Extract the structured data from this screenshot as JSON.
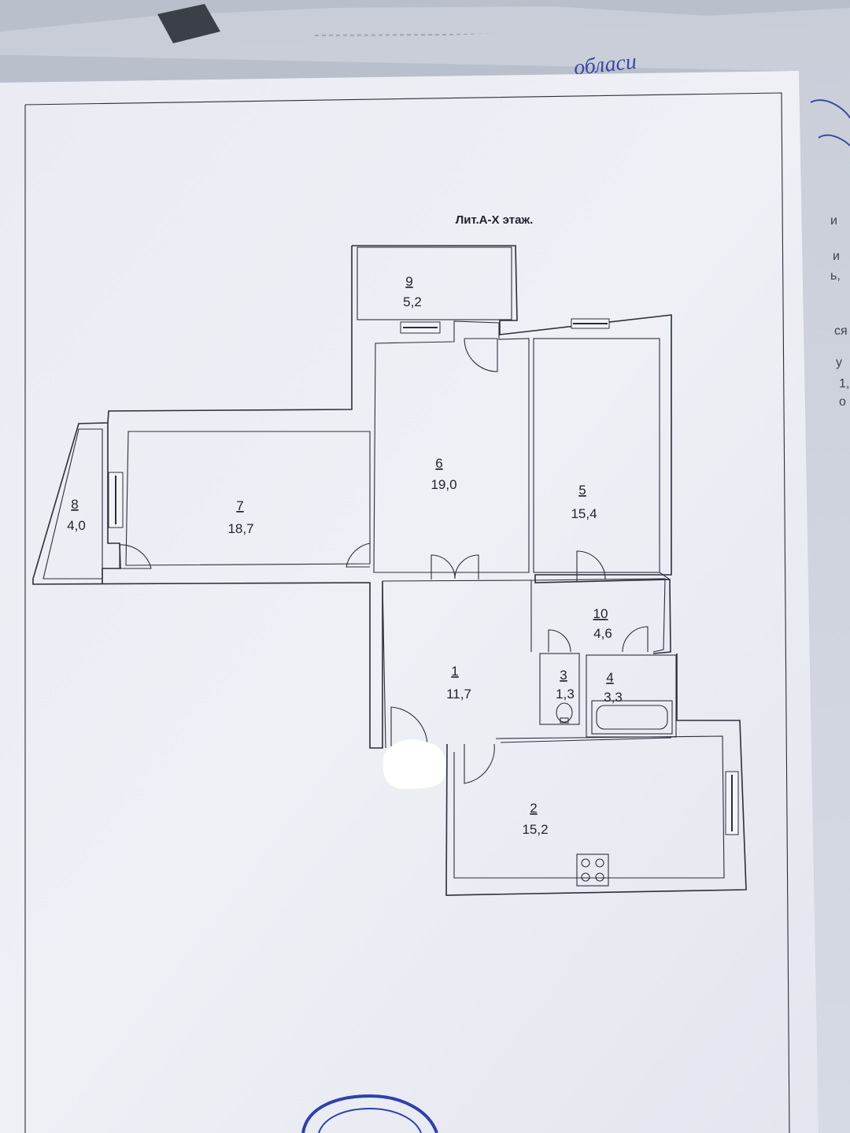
{
  "plan": {
    "title": "Лит.А-Х этаж.",
    "rooms": [
      {
        "id": "room-1",
        "number": "1",
        "area": "11,7"
      },
      {
        "id": "room-2",
        "number": "2",
        "area": "15,2"
      },
      {
        "id": "room-3",
        "number": "3",
        "area": "1,3"
      },
      {
        "id": "room-4",
        "number": "4",
        "area": "3,3"
      },
      {
        "id": "room-5",
        "number": "5",
        "area": "15,4"
      },
      {
        "id": "room-6",
        "number": "6",
        "area": "19,0"
      },
      {
        "id": "room-7",
        "number": "7",
        "area": "18,7"
      },
      {
        "id": "room-8",
        "number": "8",
        "area": "4,0"
      },
      {
        "id": "room-9",
        "number": "9",
        "area": "5,2"
      },
      {
        "id": "room-10",
        "number": "10",
        "area": "4,6"
      }
    ]
  },
  "background": {
    "handwriting_top": "обласи",
    "right_edge_letters": [
      "и",
      "и",
      "ь,",
      "ся",
      "у",
      "1,",
      "о"
    ]
  },
  "colors": {
    "paper": "#eef0f6",
    "ink": "#2a2f3a",
    "stamp": "#2f3fb0"
  }
}
